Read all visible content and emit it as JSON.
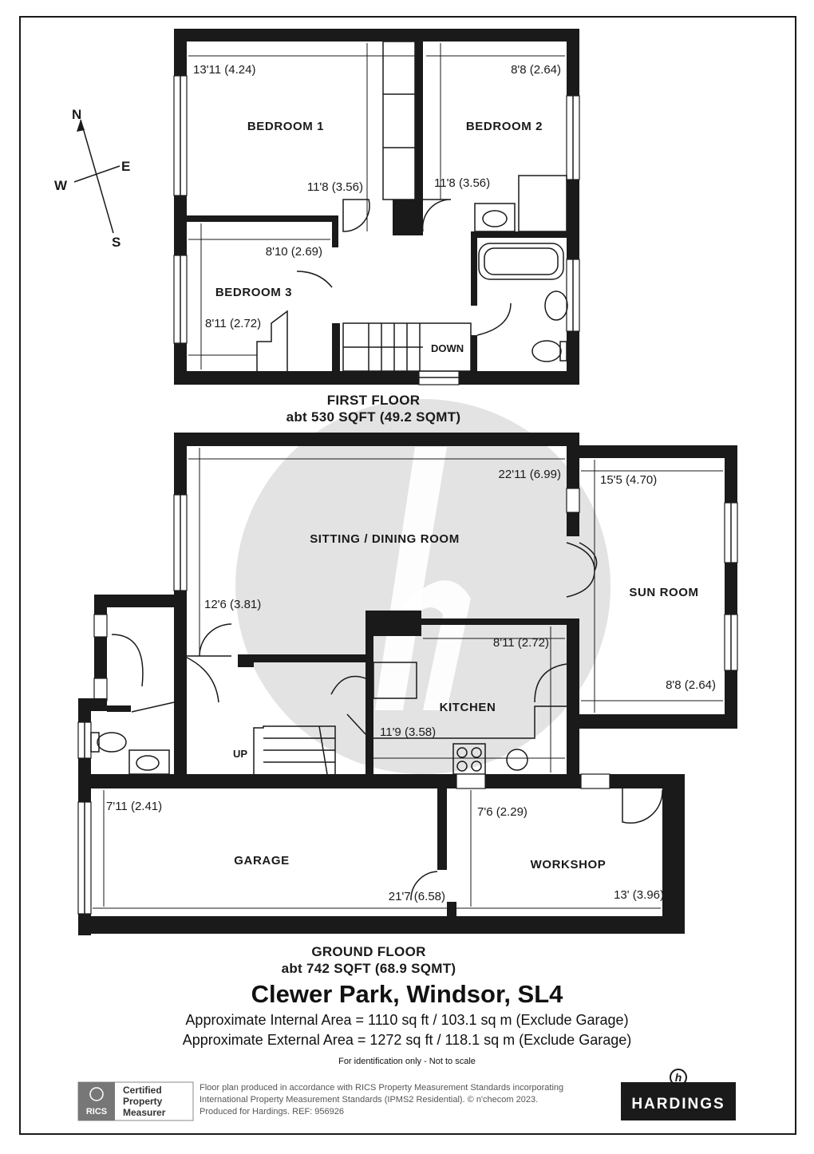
{
  "compass": {
    "n": "N",
    "e": "E",
    "s": "S",
    "w": "W"
  },
  "first_floor": {
    "title": "FIRST FLOOR",
    "area": "abt 530 SQFT (49.2 SQMT)",
    "rooms": {
      "bedroom1": {
        "label": "BEDROOM 1",
        "width": "13'11 (4.24)",
        "depth": "11'8 (3.56)"
      },
      "bedroom2": {
        "label": "BEDROOM 2",
        "width": "8'8 (2.64)",
        "depth": "11'8 (3.56)"
      },
      "bedroom3": {
        "label": "BEDROOM 3",
        "width": "8'10 (2.69)",
        "depth": "8'11 (2.72)"
      }
    },
    "stairs_label": "DOWN"
  },
  "ground_floor": {
    "title": "GROUND FLOOR",
    "area": "abt 742 SQFT (68.9 SQMT)",
    "rooms": {
      "sitting": {
        "label": "SITTING / DINING ROOM",
        "width": "22'11 (6.99)",
        "depth": "12'6 (3.81)"
      },
      "sunroom": {
        "label": "SUN ROOM",
        "width": "15'5 (4.70)",
        "depth": "8'8 (2.64)"
      },
      "kitchen": {
        "label": "KITCHEN",
        "width": "11'9 (3.58)",
        "depth": "8'11 (2.72)"
      },
      "garage": {
        "label": "GARAGE",
        "width": "21'7 (6.58)",
        "depth": "7'11 (2.41)"
      },
      "workshop": {
        "label": "WORKSHOP",
        "width": "13' (3.96)",
        "depth": "7'6 (2.29)"
      }
    },
    "stairs_label": "UP"
  },
  "summary": {
    "address": "Clewer Park, Windsor, SL4",
    "internal": "Approximate Internal Area = 1110 sq ft / 103.1 sq m (Exclude Garage)",
    "external": "Approximate External Area = 1272 sq ft / 118.1 sq m (Exclude Garage)",
    "disclaimer": "For identification only - Not to scale"
  },
  "footer": {
    "rics_mark": "RICS",
    "certified_lines": [
      "Certified",
      "Property",
      "Measurer"
    ],
    "notes": [
      "Floor plan produced in accordance with RICS Property Measurement Standards incorporating",
      "International Property Measurement Standards (IPMS2 Residential).  © n'checom 2023.",
      "Produced for Hardings.   REF:  956926"
    ],
    "brand": "HARDINGS",
    "brand_mark": "h"
  },
  "colors": {
    "wall": "#1a1a1a",
    "watermark": "#e3e3e3",
    "brand_bg": "#1a1a1a"
  }
}
